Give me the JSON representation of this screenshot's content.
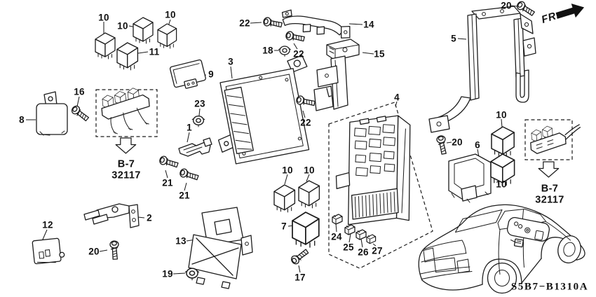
{
  "diagram": {
    "part_code": "S5B7−B1310A",
    "fr_indicator": "FR.",
    "connector_ref_left": {
      "line1": "B-7",
      "line2": "32117"
    },
    "connector_ref_right": {
      "line1": "B-7",
      "line2": "32117"
    },
    "callouts": [
      {
        "id": "relay-10-a",
        "text": "10"
      },
      {
        "id": "relay-10-b",
        "text": "10"
      },
      {
        "id": "relay-10-c",
        "text": "10"
      },
      {
        "id": "relay-11",
        "text": "11"
      },
      {
        "id": "screw-16",
        "text": "16"
      },
      {
        "id": "relay-unit-8",
        "text": "8"
      },
      {
        "id": "module-9",
        "text": "9"
      },
      {
        "id": "nut-23",
        "text": "23"
      },
      {
        "id": "bracket-1",
        "text": "1"
      },
      {
        "id": "bolt-21-a",
        "text": "21"
      },
      {
        "id": "bolt-21-b",
        "text": "21"
      },
      {
        "id": "bracket-2",
        "text": "2"
      },
      {
        "id": "module-12",
        "text": "12"
      },
      {
        "id": "screw-20-a",
        "text": "20"
      },
      {
        "id": "module-13",
        "text": "13"
      },
      {
        "id": "nut-19",
        "text": "19"
      },
      {
        "id": "ecu-3",
        "text": "3"
      },
      {
        "id": "bolt-22-a",
        "text": "22"
      },
      {
        "id": "nut-18",
        "text": "18"
      },
      {
        "id": "bolt-22-b",
        "text": "22"
      },
      {
        "id": "bolt-22-c",
        "text": "22"
      },
      {
        "id": "bracket-14",
        "text": "14"
      },
      {
        "id": "bracket-15",
        "text": "15"
      },
      {
        "id": "fuse-box-4",
        "text": "4"
      },
      {
        "id": "relay-10-d",
        "text": "10"
      },
      {
        "id": "relay-10-e",
        "text": "10"
      },
      {
        "id": "relay-7",
        "text": "7"
      },
      {
        "id": "screw-17",
        "text": "17"
      },
      {
        "id": "fuse-24",
        "text": "24"
      },
      {
        "id": "fuse-25",
        "text": "25"
      },
      {
        "id": "fuse-26",
        "text": "26"
      },
      {
        "id": "fuse-27",
        "text": "27"
      },
      {
        "id": "screw-20-b",
        "text": "20"
      },
      {
        "id": "bracket-5",
        "text": "5"
      },
      {
        "id": "screw-20-c",
        "text": "20"
      },
      {
        "id": "holder-6",
        "text": "6"
      },
      {
        "id": "relay-10-f",
        "text": "10"
      },
      {
        "id": "relay-10-g",
        "text": "10"
      }
    ]
  }
}
